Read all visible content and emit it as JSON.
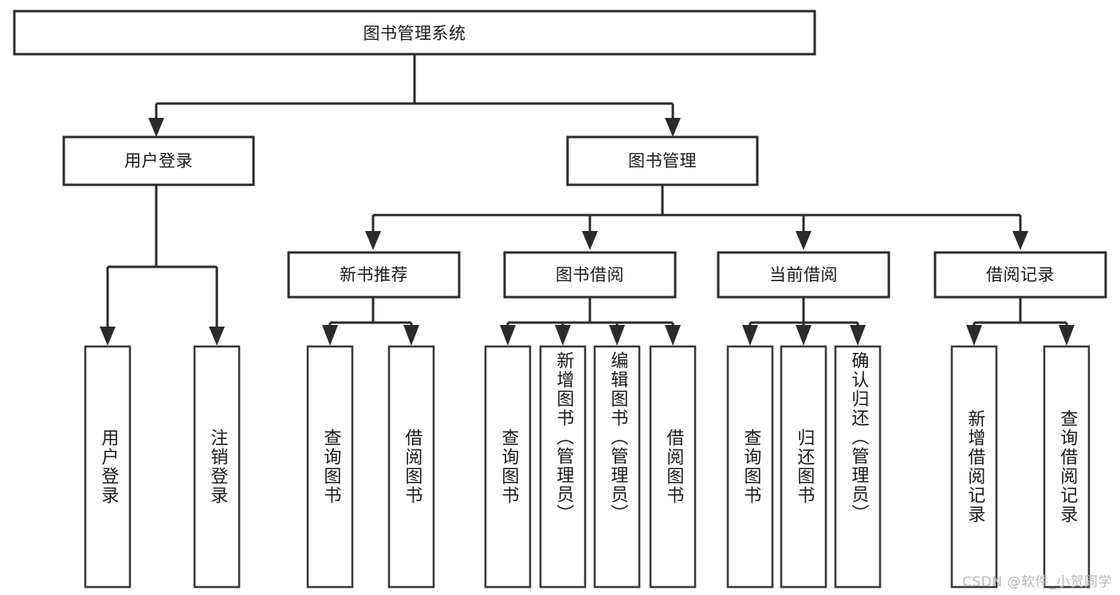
{
  "diagram": {
    "title": "图书管理系统",
    "type": "tree-hierarchy-chart",
    "background_color": "#ffffff",
    "line_color": "#2b2b2b",
    "text_color": "#1a1a1a",
    "root": {
      "label": "图书管理系统"
    },
    "level2": [
      {
        "label": "用户登录"
      },
      {
        "label": "图书管理"
      }
    ],
    "level3": [
      {
        "label": "新书推荐"
      },
      {
        "label": "图书借阅"
      },
      {
        "label": "当前借阅"
      },
      {
        "label": "借阅记录"
      }
    ],
    "leaves": {
      "user_login": [
        {
          "label": "用户登录"
        },
        {
          "label": "注销登录"
        }
      ],
      "new_book_recommend": [
        {
          "label": "查询图书"
        },
        {
          "label": "借阅图书"
        }
      ],
      "book_borrow": [
        {
          "label": "查询图书"
        },
        {
          "label": "新增图书（管理员）"
        },
        {
          "label": "编辑图书（管理员）"
        },
        {
          "label": "借阅图书"
        }
      ],
      "current_borrow": [
        {
          "label": "查询图书"
        },
        {
          "label": "归还图书"
        },
        {
          "label": "确认归还（管理员）"
        }
      ],
      "borrow_record": [
        {
          "label": "新增借阅记录"
        },
        {
          "label": "查询借阅记录"
        }
      ]
    },
    "watermark": "CSDN @软件_小贺同学"
  }
}
